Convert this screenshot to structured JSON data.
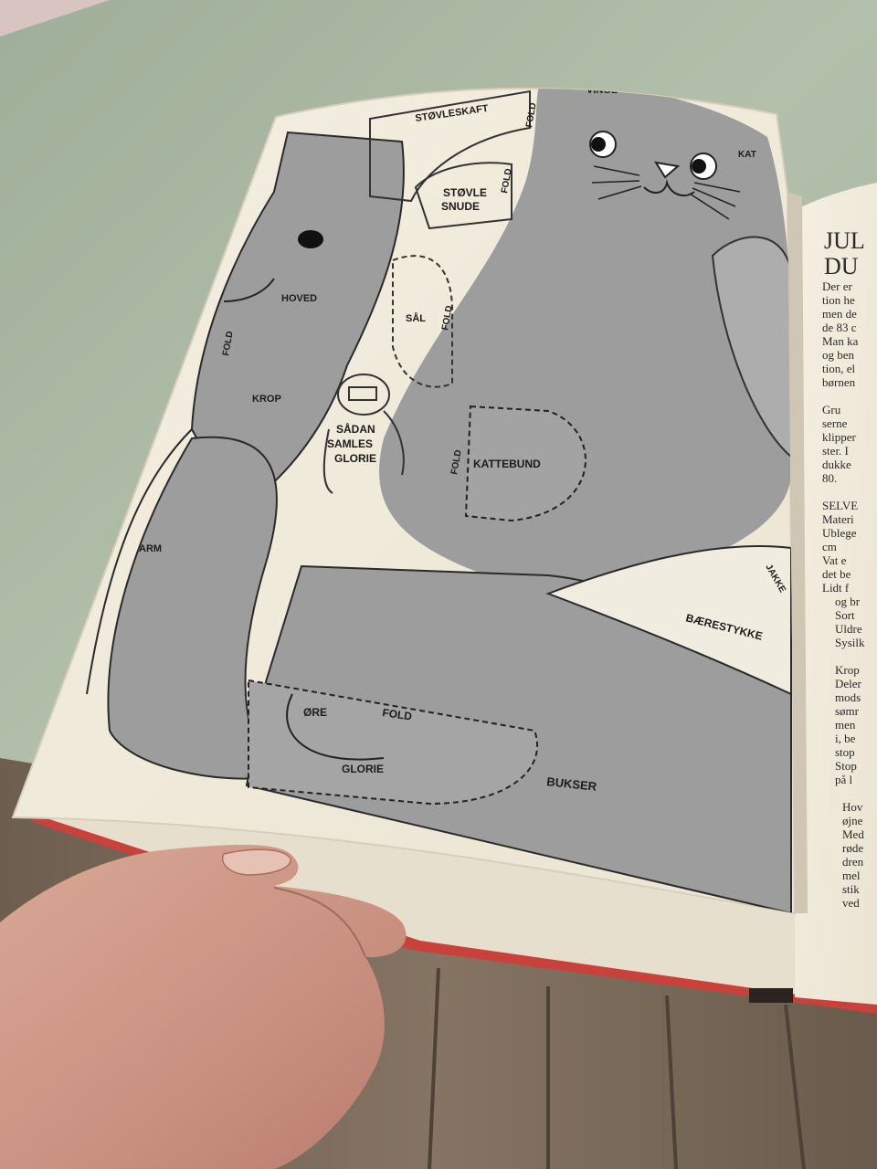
{
  "pattern_labels": {
    "vinge": "VINGE",
    "kat": "KAT",
    "stovleskaft": "STØVLESKAFT",
    "fold_top": "FOLD",
    "fold_boot": "FOLD",
    "stovle": "STØVLE",
    "snude": "SNUDE",
    "hoved": "HOVED",
    "fold_body": "FOLD",
    "sal": "SÅL",
    "fold_sal": "FOLD",
    "krop": "KROP",
    "sadan": "SÅDAN",
    "samles": "SAMLES",
    "glorie_assembly": "GLORIE",
    "fold_bund": "FOLD",
    "kattebund": "KATTEBUND",
    "arm": "ARM",
    "jakke": "JAKKE",
    "baerestykke": "BÆRESTYKKE",
    "ore": "ØRE",
    "fold_ore": "FOLD",
    "glorie": "GLORIE",
    "bukser": "BUKSER"
  },
  "right_page": {
    "heading_line1": "JUL",
    "heading_line2": "DU",
    "lines": [
      "Der er",
      "tion he",
      "men de",
      "de 83 c",
      "Man ka",
      "og ben",
      "tion, el",
      "børnen",
      "Gru",
      "serne",
      "klipper",
      "ster. I",
      "dukke",
      "80.",
      "SELVE",
      "Materi",
      "Ublege",
      "cm",
      "Vat e",
      "det be",
      "Lidt f",
      "og br",
      "Sort",
      "Uldre",
      "Sysilk",
      "Krop",
      "Deler",
      "mods",
      "sømr",
      "men",
      "i, be",
      "stop",
      "Stop",
      "på l",
      "Hov",
      "øjne",
      "Med",
      "røde",
      "dren",
      "mel",
      "stik",
      "ved"
    ]
  }
}
